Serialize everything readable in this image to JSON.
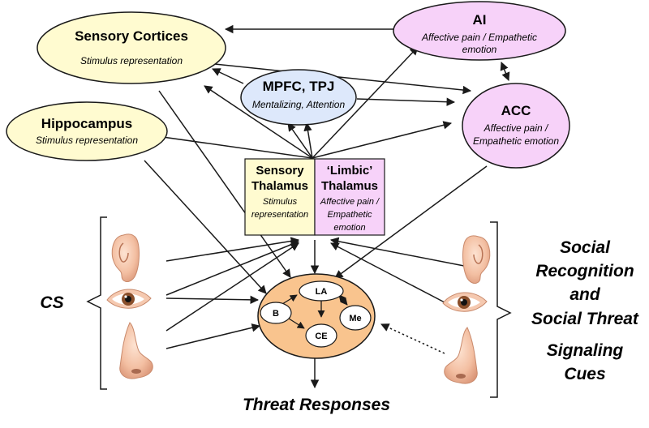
{
  "colors": {
    "sensory": "#fffbd0",
    "limbic": "#f7d2f9",
    "mpfc": "#dde8fb",
    "amygdala": "#f9c48e",
    "stroke": "#1a1a1a"
  },
  "nodes": {
    "sensory_cortices": {
      "title": "Sensory Cortices",
      "sub": "Stimulus representation"
    },
    "hippocampus": {
      "title": "Hippocampus",
      "sub": "Stimulus representation"
    },
    "mpfc_tpj": {
      "title": "MPFC, TPJ",
      "sub": "Mentalizing, Attention"
    },
    "ai": {
      "title": "AI",
      "sub_line1": "Affective pain / Empathetic",
      "sub_line2": "emotion"
    },
    "acc": {
      "title": "ACC",
      "sub_line1": "Affective pain /",
      "sub_line2": "Empathetic  emotion"
    },
    "sensory_thalamus": {
      "title1": "Sensory",
      "title2": "Thalamus",
      "sub1": "Stimulus",
      "sub2": "representation"
    },
    "limbic_thalamus": {
      "title1": "‘Limbic’",
      "title2": "Thalamus",
      "sub1": "Affective pain /",
      "sub2": "Empathetic",
      "sub3": "emotion"
    }
  },
  "amygdala": {
    "la": "LA",
    "b": "B",
    "ce": "CE",
    "me": "Me"
  },
  "labels": {
    "cs": "CS",
    "threat_responses": "Threat Responses",
    "social_line1": "Social",
    "social_line2": "Recognition",
    "social_line3": "and",
    "social_line4": "Social Threat",
    "social_line5": "Signaling",
    "social_line6": "Cues"
  },
  "icons": [
    "ear-icon",
    "eye-icon",
    "nose-icon"
  ]
}
